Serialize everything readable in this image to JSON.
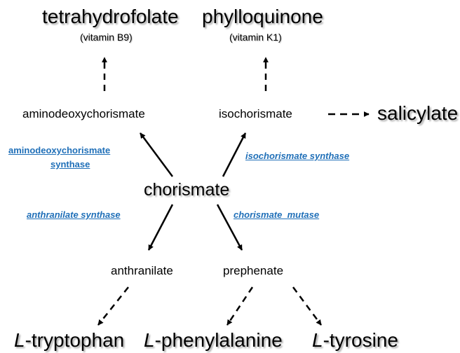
{
  "products": {
    "tetrahydrofolate": {
      "name": "tetrahydrofolate",
      "note": "(vitamin B9)"
    },
    "phylloquinone": {
      "name": "phylloquinone",
      "note": "(vitamin K1)"
    },
    "salicylate": "salicylate",
    "tryptophan": {
      "prefix": "L",
      "rest": "-tryptophan"
    },
    "phenylalanine": {
      "prefix": "L",
      "rest": "-phenylalanine"
    },
    "tyrosine": {
      "prefix": "L",
      "rest": "-tyrosine"
    }
  },
  "intermediates": {
    "aminodeoxychorismate": "aminodeoxychorismate",
    "isochorismate": "isochorismate",
    "chorismate": "chorismate",
    "anthranilate": "anthranilate",
    "prephenate": "prephenate"
  },
  "enzymes": {
    "adc_synthase_line1": "aminodeoxychorismate",
    "adc_synthase_line2": "synthase",
    "isochorismate_synthase": "isochorismate synthase",
    "anthranilate_synthase": "anthranilate synthase",
    "chorismate_mutase": "chorismate  mutase"
  },
  "colors": {
    "enzyme": "#1f6fb8",
    "arrow": "#000000"
  }
}
